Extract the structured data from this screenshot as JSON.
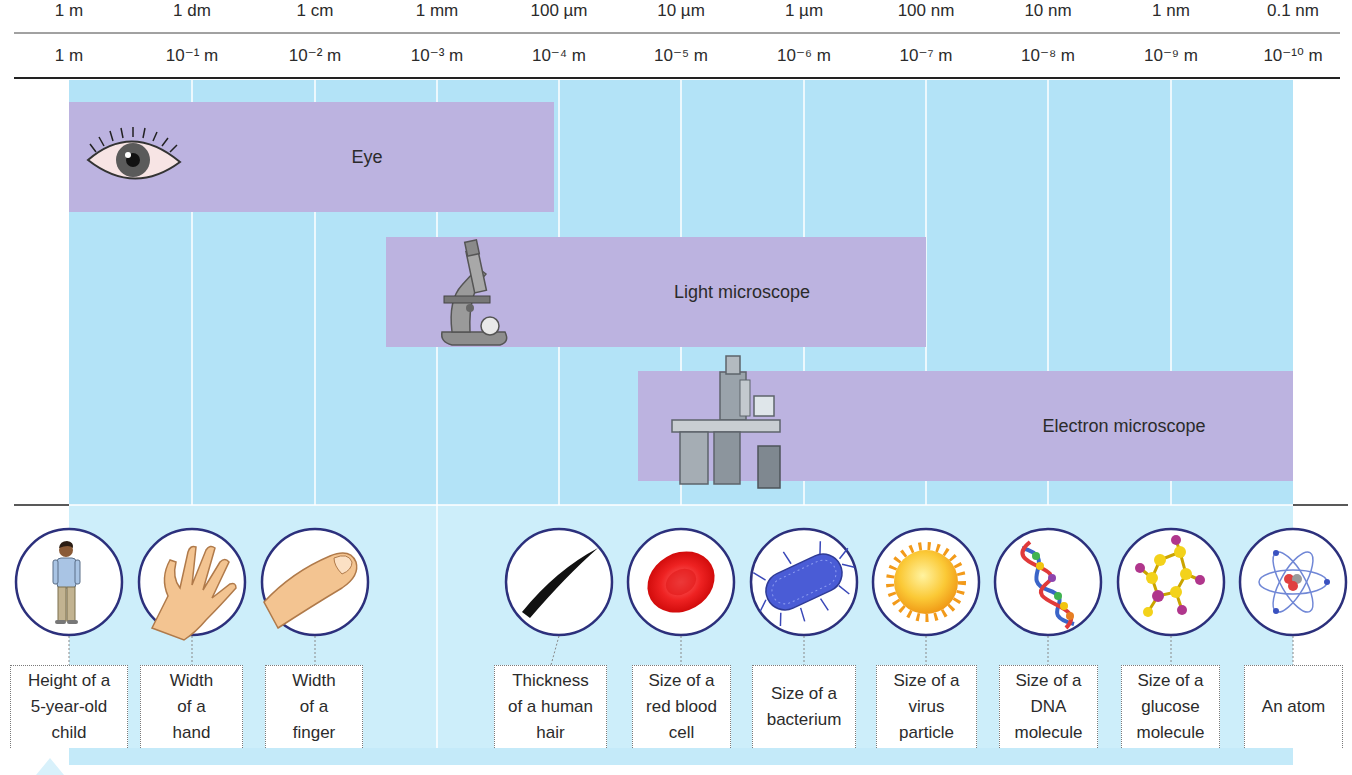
{
  "diagram": {
    "nodes": [
      {
        "text": [
          "Eye"
        ]
      },
      {
        "text": [
          "Light microscope"
        ]
      },
      {
        "text": [
          "Electron microscope"
        ]
      },
      {
        "text": [
          "Height of a 5-year-old child"
        ]
      },
      {
        "text": [
          "Width of a hand"
        ]
      },
      {
        "text": [
          "Width of a finger"
        ]
      },
      {
        "text": [
          "Thickness of a human hair"
        ]
      },
      {
        "text": [
          "Size of a red blood cell"
        ]
      },
      {
        "text": [
          "Size of a bacterium"
        ]
      },
      {
        "text": [
          "Size of a virus particle"
        ]
      },
      {
        "text": [
          "Size of a DNA molecule"
        ]
      },
      {
        "text": [
          "Size of a glucose molecule"
        ]
      },
      {
        "text": [
          "An atom"
        ]
      }
    ],
    "labels": [
      "1 m",
      "1 dm",
      "1 cm",
      "1 mm",
      "100 µm",
      "10 µm",
      "1 µm",
      "100 nm",
      "10 nm",
      "1 nm",
      "0.1 nm",
      "1 m",
      "10⁻¹ m",
      "10⁻² m",
      "10⁻³ m",
      "10⁻⁴ m",
      "10⁻⁵ m",
      "10⁻⁶ m",
      "10⁻⁷ m",
      "10⁻⁸ m",
      "10⁻⁹ m",
      "10⁻¹⁰ m"
    ]
  }
}
